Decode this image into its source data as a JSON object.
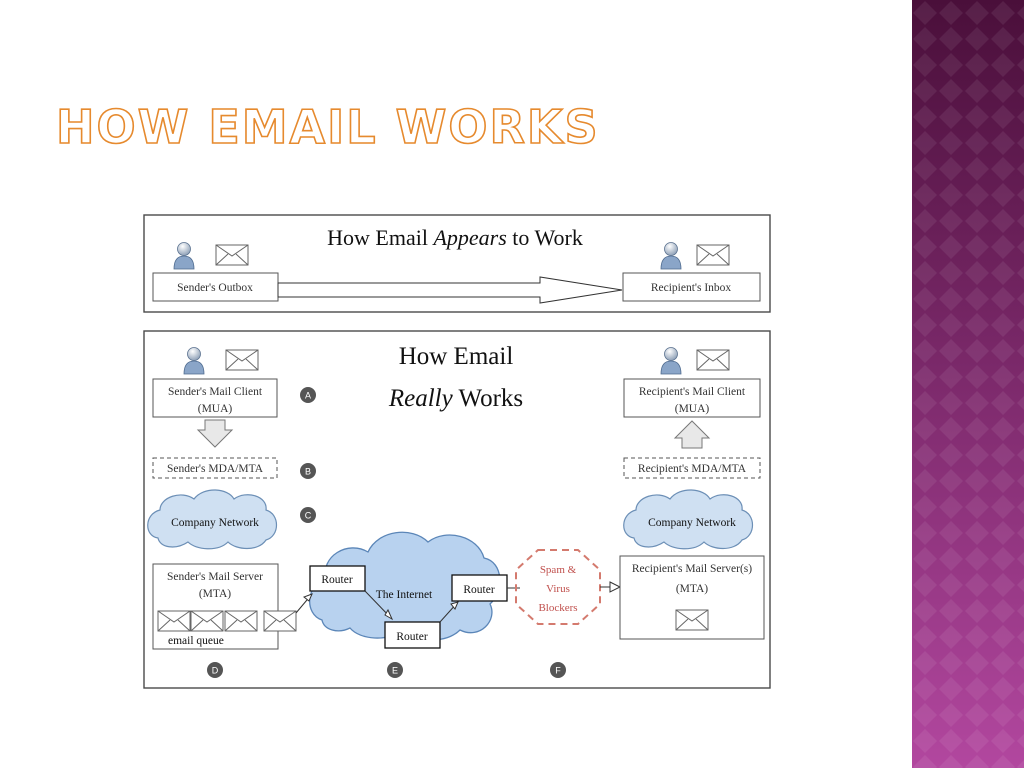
{
  "slide": {
    "title": "How Email Works"
  },
  "appears": {
    "title_prefix": "How Email ",
    "title_em": "Appears",
    "title_suffix": " to Work",
    "sender_box": "Sender's Outbox",
    "recipient_box": "Recipient's Inbox"
  },
  "really": {
    "title_line1": "How Email",
    "title_line2_em": "Really",
    "title_line2_rest": " Works",
    "sender_client": [
      "Sender's Mail Client",
      "(MUA)"
    ],
    "sender_mda": "Sender's MDA/MTA",
    "company_network_left": "Company Network",
    "sender_server": [
      "Sender's Mail Server",
      "(MTA)"
    ],
    "email_queue": "email queue",
    "internet": "The Internet",
    "router": "Router",
    "spam": [
      "Spam &",
      "Virus",
      "Blockers"
    ],
    "recipient_client": [
      "Recipient's Mail Client",
      "(MUA)"
    ],
    "recipient_mda": "Recipient's MDA/MTA",
    "company_network_right": "Company Network",
    "recipient_server": [
      "Recipient's Mail Server(s)",
      "(MTA)"
    ],
    "markers": [
      "A",
      "B",
      "C",
      "D",
      "E",
      "F"
    ]
  },
  "colors": {
    "title_outline": "#e68a2e",
    "band_top": "#4a0f3a",
    "band_bottom": "#b2479f",
    "spam_red": "#c0504d",
    "cloud_blue": "#b8d2ef"
  }
}
